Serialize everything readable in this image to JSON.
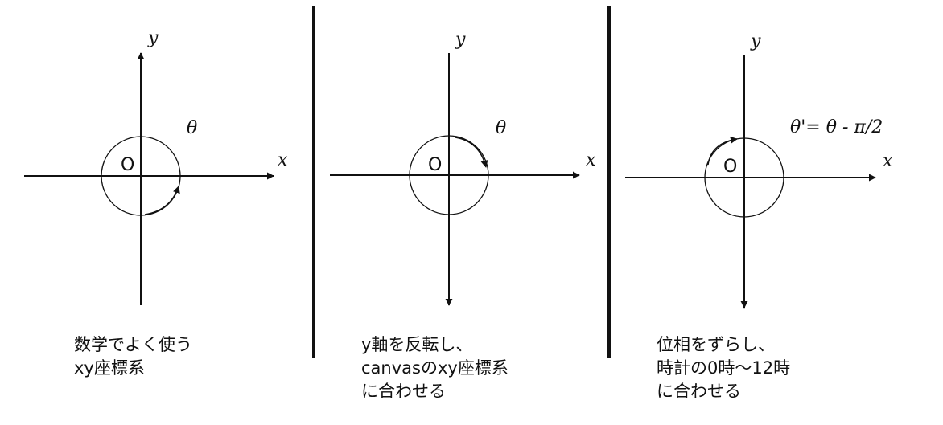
{
  "panels": [
    {
      "axis_x": "x",
      "axis_y": "y",
      "origin": "O",
      "angle_label": "θ",
      "caption": [
        "数学でよく使う",
        "xy座標系"
      ]
    },
    {
      "axis_x": "x",
      "axis_y": "y",
      "origin": "O",
      "angle_label": "θ",
      "caption": [
        "y軸を反転し、",
        "canvasのxy座標系",
        "に合わせる"
      ]
    },
    {
      "axis_x": "x",
      "axis_y": "y",
      "origin": "O",
      "angle_label": "θ'= θ - π/2",
      "caption": [
        "位相をずらし、",
        "時計の0時〜12時",
        "に合わせる"
      ]
    }
  ]
}
